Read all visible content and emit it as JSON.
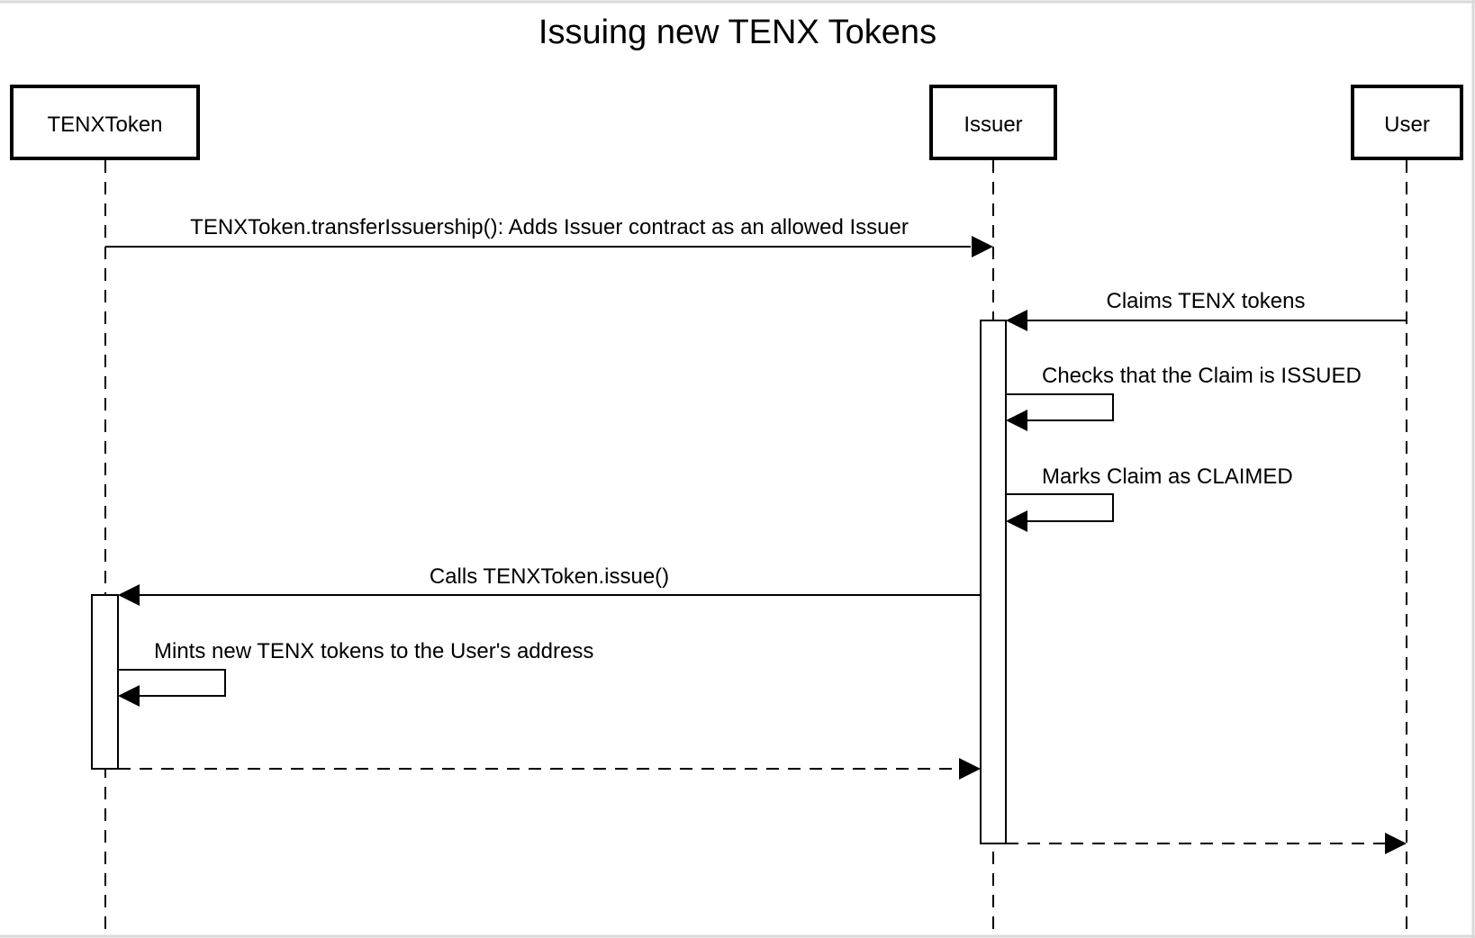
{
  "title": "Issuing new TENX Tokens",
  "participants": [
    {
      "id": "tenxtoken",
      "label": "TENXToken"
    },
    {
      "id": "issuer",
      "label": "Issuer"
    },
    {
      "id": "user",
      "label": "User"
    }
  ],
  "messages": [
    {
      "id": "transfer-issuership",
      "from": "tenxtoken",
      "to": "issuer",
      "style": "solid",
      "label": "TENXToken.transferIssuership(): Adds Issuer contract as an allowed Issuer"
    },
    {
      "id": "claims-tokens",
      "from": "user",
      "to": "issuer",
      "style": "solid",
      "label": "Claims TENX tokens"
    },
    {
      "id": "checks-claim",
      "from": "issuer",
      "to": "issuer",
      "style": "solid",
      "label": "Checks that the Claim is ISSUED"
    },
    {
      "id": "marks-claimed",
      "from": "issuer",
      "to": "issuer",
      "style": "solid",
      "label": "Marks Claim as CLAIMED"
    },
    {
      "id": "calls-issue",
      "from": "issuer",
      "to": "tenxtoken",
      "style": "solid",
      "label": "Calls TENXToken.issue()"
    },
    {
      "id": "mints-tokens",
      "from": "tenxtoken",
      "to": "tenxtoken",
      "style": "solid",
      "label": "Mints new TENX tokens to the User's address"
    },
    {
      "id": "return-to-issuer",
      "from": "tenxtoken",
      "to": "issuer",
      "style": "dashed",
      "label": ""
    },
    {
      "id": "return-to-user",
      "from": "issuer",
      "to": "user",
      "style": "dashed",
      "label": ""
    }
  ],
  "colors": {
    "line": "#000000",
    "background": "#ffffff"
  }
}
